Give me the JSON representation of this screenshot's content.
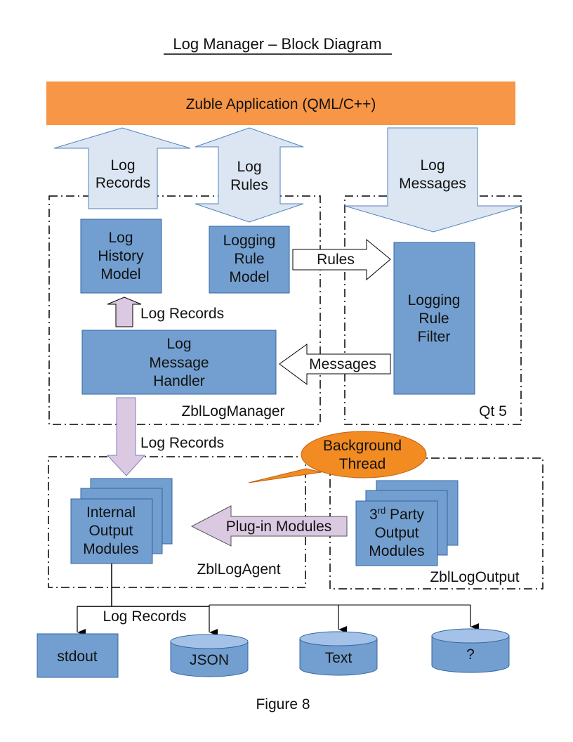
{
  "title": "Log Manager – Block Diagram",
  "caption": "Figure 8",
  "colors": {
    "app_bar": "#f79646",
    "block": "#729fcf",
    "block_stroke": "#3465a4",
    "light_arrow": "#dce6f2",
    "light_arrow_stroke": "#4f81bd",
    "pink_arrow": "#dbc9e1",
    "callout": "#f28b22"
  },
  "app_bar": {
    "label": "Zuble Application (QML/C++)"
  },
  "top_arrows": {
    "log_records": {
      "line1": "Log",
      "line2": "Records"
    },
    "log_rules": {
      "line1": "Log",
      "line2": "Rules"
    },
    "log_messages": {
      "line1": "Log",
      "line2": "Messages"
    }
  },
  "groups": {
    "log_manager": "ZblLogManager",
    "qt5": "Qt 5",
    "log_agent": "ZblLogAgent",
    "log_output": "ZblLogOutput"
  },
  "blocks": {
    "log_history_model": {
      "line1": "Log",
      "line2": "History",
      "line3": "Model"
    },
    "logging_rule_model": {
      "line1": "Logging",
      "line2": "Rule",
      "line3": "Model"
    },
    "log_message_handler": {
      "line1": "Log",
      "line2": "Message",
      "line3": "Handler"
    },
    "logging_rule_filter": {
      "line1": "Logging",
      "line2": "Rule",
      "line3": "Filter"
    },
    "internal_output_modules": {
      "line1": "Internal",
      "line2": "Output",
      "line3": "Modules"
    },
    "third_party_output_modules": {
      "line1_num": "3",
      "line1_sup": "rd",
      "line1_rest": " Party",
      "line2": "Output",
      "line3": "Modules"
    }
  },
  "arrows": {
    "rules": "Rules",
    "messages": "Messages",
    "log_records_up": "Log Records",
    "log_records_down": "Log Records",
    "plug_in_modules": "Plug-in Modules",
    "log_records_out": "Log Records"
  },
  "callout": {
    "line1": "Background",
    "line2": "Thread"
  },
  "outputs": [
    {
      "label": "stdout",
      "shape": "rect"
    },
    {
      "label": "JSON",
      "shape": "cylinder"
    },
    {
      "label": "Text",
      "shape": "cylinder"
    },
    {
      "label": "?",
      "shape": "cylinder"
    }
  ]
}
